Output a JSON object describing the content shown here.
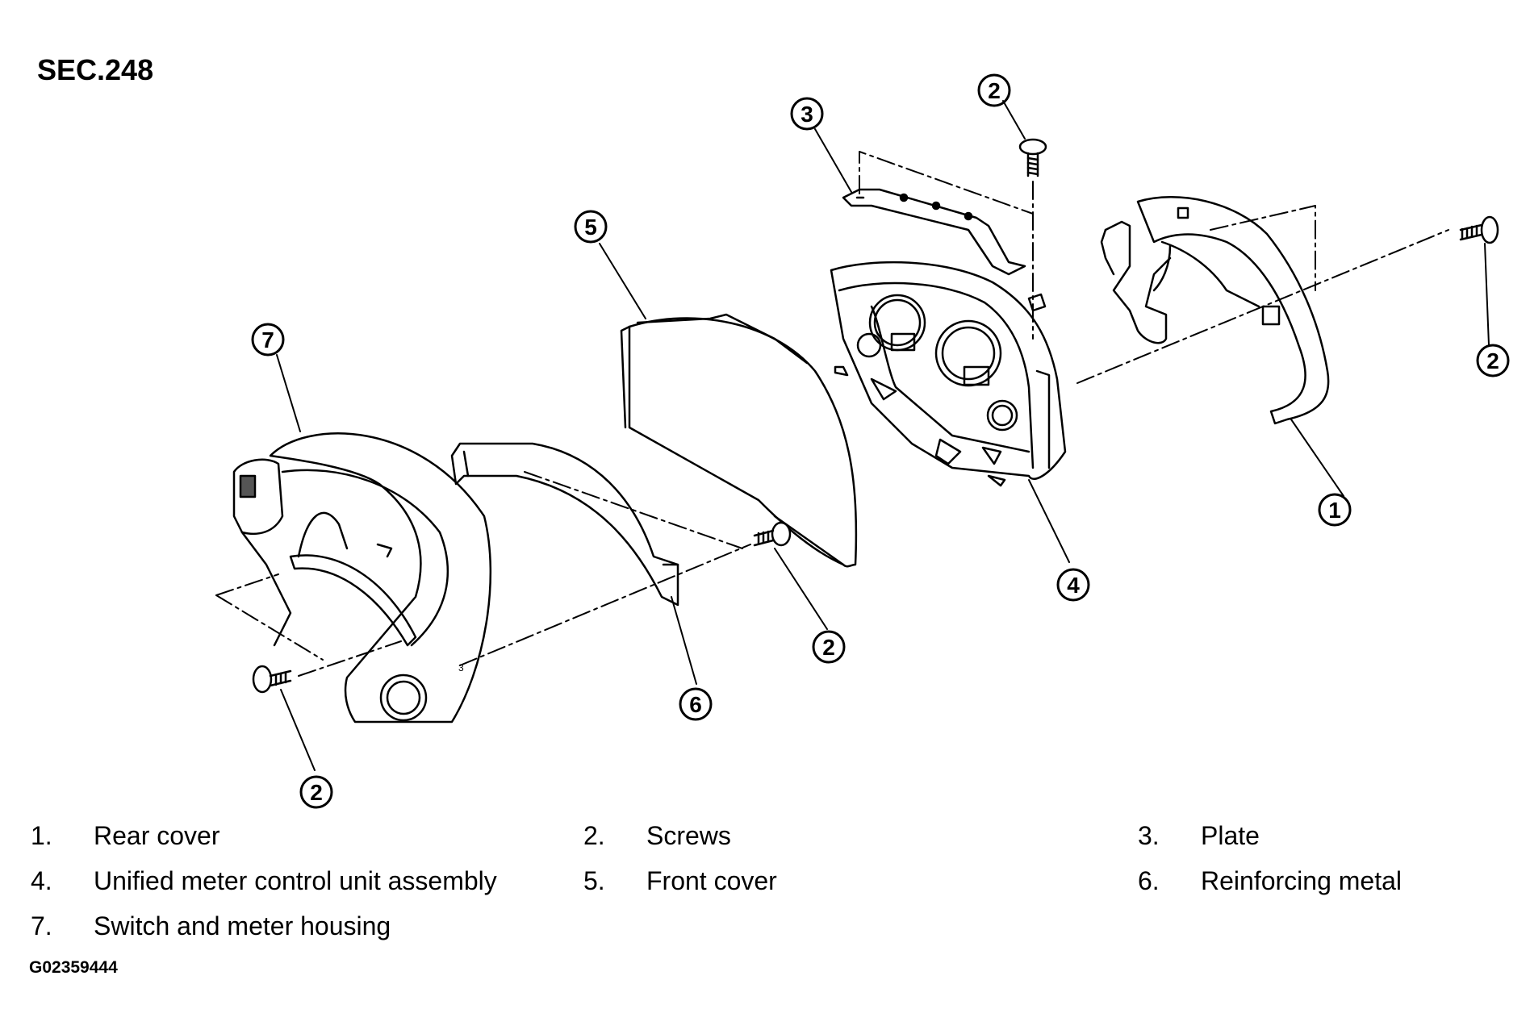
{
  "title": "SEC.248",
  "figure_code": "G02359444",
  "callouts": [
    {
      "id": "callout-2-top",
      "number": "2"
    },
    {
      "id": "callout-3",
      "number": "3"
    },
    {
      "id": "callout-5",
      "number": "5"
    },
    {
      "id": "callout-7",
      "number": "7"
    },
    {
      "id": "callout-2-right",
      "number": "2"
    },
    {
      "id": "callout-1",
      "number": "1"
    },
    {
      "id": "callout-4",
      "number": "4"
    },
    {
      "id": "callout-2-center",
      "number": "2"
    },
    {
      "id": "callout-6",
      "number": "6"
    },
    {
      "id": "callout-2-bottom",
      "number": "2"
    }
  ],
  "legend": [
    {
      "number": "1.",
      "label": "Rear cover"
    },
    {
      "number": "2.",
      "label": "Screws"
    },
    {
      "number": "3.",
      "label": "Plate"
    },
    {
      "number": "4.",
      "label": "Unified meter control unit assembly"
    },
    {
      "number": "5.",
      "label": "Front cover"
    },
    {
      "number": "6.",
      "label": "Reinforcing metal"
    },
    {
      "number": "7.",
      "label": "Switch and meter housing"
    }
  ]
}
